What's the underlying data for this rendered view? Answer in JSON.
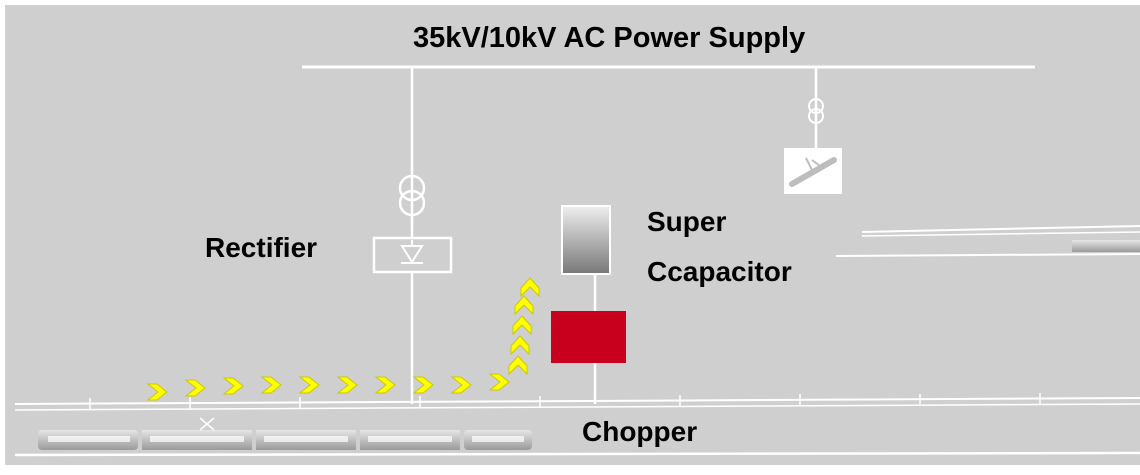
{
  "title": "35kV/10kV AC Power Supply",
  "labels": {
    "rectifier": "Rectifier",
    "supercap_line1": "Super",
    "supercap_line2": "Ccapacitor",
    "chopper": "Chopper"
  },
  "colors": {
    "background": "#cfcfcf",
    "line": "#ffffff",
    "chopper_block": "#c8001e",
    "arrow": "#ffff00",
    "text": "#000000"
  },
  "icons": {
    "transformer": "transformer-icon",
    "rectifier": "diode-icon",
    "supercapacitor": "supercapacitor-icon",
    "chopper": "chopper-block",
    "train": "train-icon",
    "substation_device": "pantograph-device-icon"
  }
}
